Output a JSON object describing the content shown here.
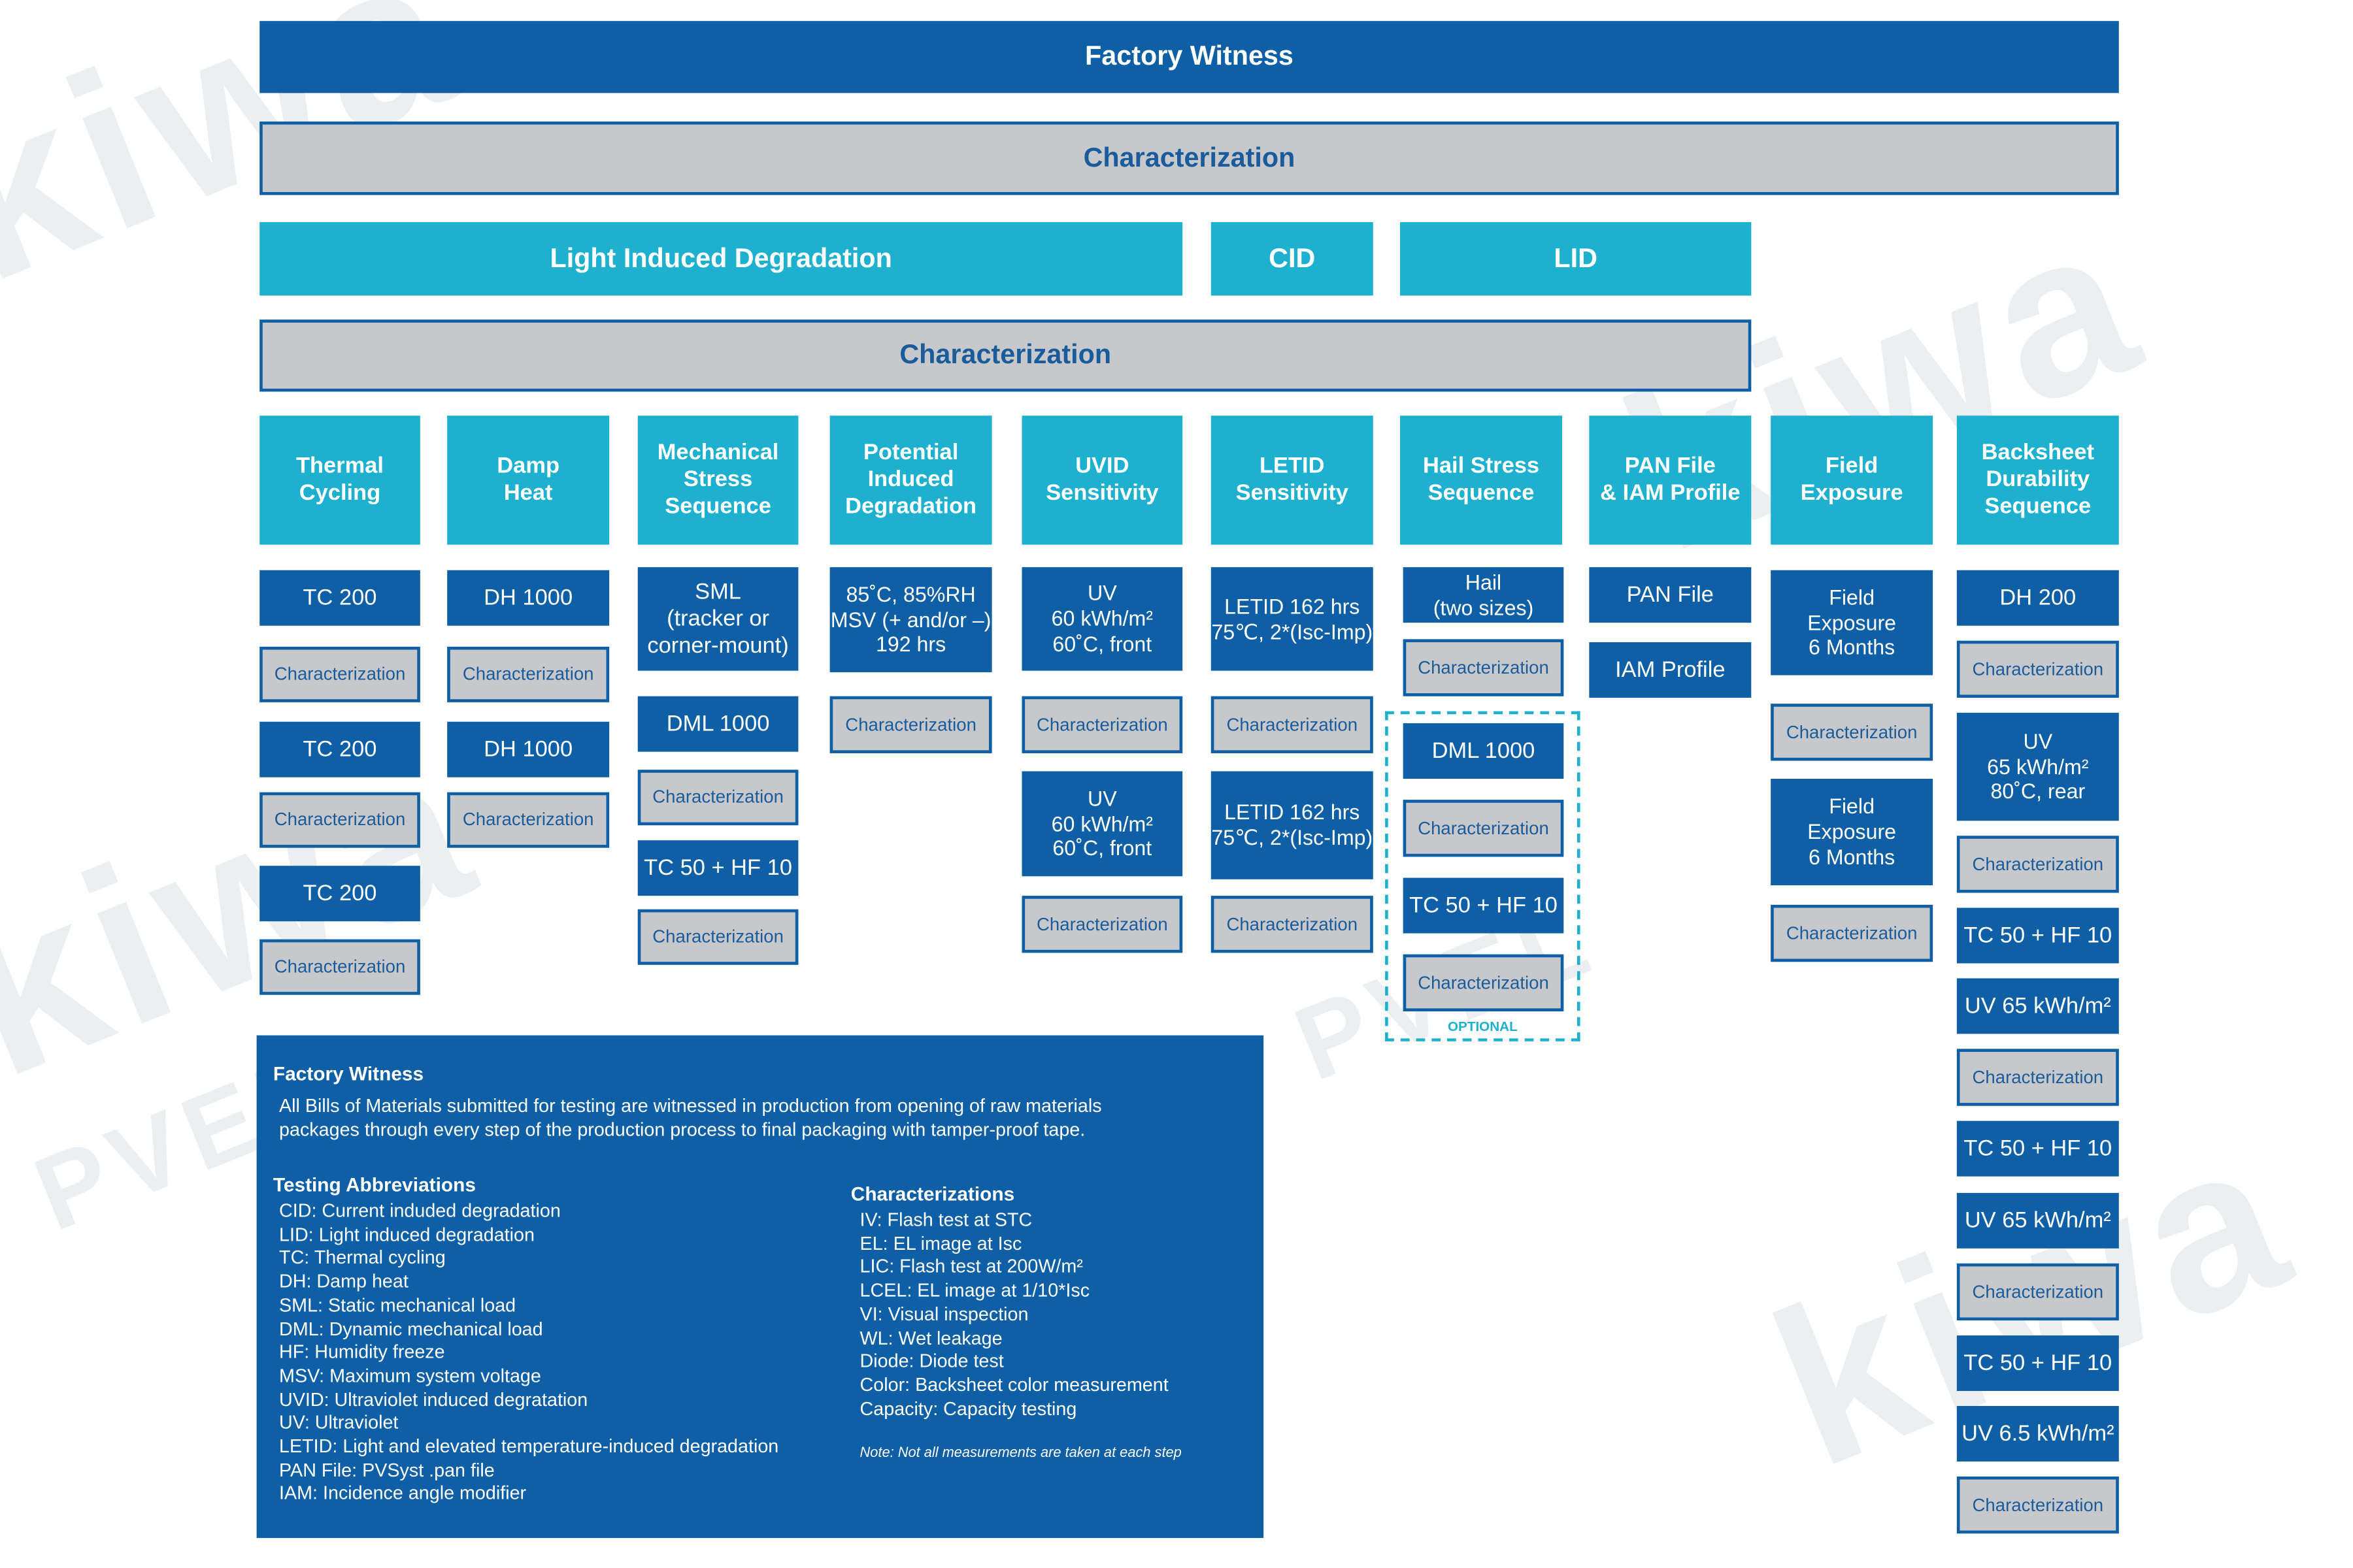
{
  "header": {
    "factory_witness": "Factory Witness",
    "characterization_top": "Characterization",
    "light_induced_degradation": "Light Induced Degradation",
    "cid": "CID",
    "lid": "LID",
    "characterization_second": "Characterization"
  },
  "columns": [
    {
      "title": "Thermal\nCycling",
      "steps": [
        "TC 200",
        "Characterization",
        "TC 200",
        "Characterization",
        "TC 200",
        "Characterization"
      ]
    },
    {
      "title": "Damp\nHeat",
      "steps": [
        "DH 1000",
        "Characterization",
        "DH 1000",
        "Characterization"
      ]
    },
    {
      "title": "Mechanical\nStress\nSequence",
      "steps": [
        "SML\n(tracker or\ncorner-mount)",
        "DML 1000",
        "Characterization",
        "TC 50 + HF 10",
        "Characterization"
      ]
    },
    {
      "title": "Potential\nInduced\nDegradation",
      "steps": [
        "85˚C, 85%RH\nMSV (+ and/or –)\n192 hrs",
        "Characterization"
      ]
    },
    {
      "title": "UVID\nSensitivity",
      "steps": [
        "UV\n60 kWh/m²\n60˚C, front",
        "Characterization",
        "UV\n60 kWh/m²\n60˚C, front",
        "Characterization"
      ]
    },
    {
      "title": "LETID\nSensitivity",
      "steps": [
        "LETID 162 hrs\n75℃, 2*(Isc-Imp)",
        "Characterization",
        "LETID 162 hrs\n75℃, 2*(Isc-Imp)",
        "Characterization"
      ]
    },
    {
      "title": "Hail Stress\nSequence",
      "steps": [
        "Hail\n(two sizes)",
        "Characterization",
        "DML 1000",
        "Characterization",
        "TC 50 + HF 10",
        "Characterization"
      ]
    },
    {
      "title": "PAN File\n& IAM Profile",
      "steps": [
        "PAN File",
        "IAM Profile"
      ]
    },
    {
      "title": "Field\nExposure",
      "steps": [
        "Field\nExposure\n6 Months",
        "Characterization",
        "Field\nExposure\n6 Months",
        "Characterization"
      ]
    },
    {
      "title": "Backsheet\nDurability\nSequence",
      "steps": [
        "DH 200",
        "Characterization",
        "UV\n65 kWh/m²\n80˚C, rear",
        "Characterization",
        "TC 50 + HF 10",
        "UV 65 kWh/m²",
        "Characterization",
        "TC 50 + HF 10",
        "UV 65 kWh/m²",
        "Characterization",
        "TC 50 + HF 10",
        "UV 6.5 kWh/m²",
        "Characterization"
      ]
    }
  ],
  "optional_label": "OPTIONAL",
  "legend": {
    "factory_witness_title": "Factory Witness",
    "factory_witness_text": "All Bills of Materials submitted for testing are witnessed in production from opening of raw materials\npackages through every step of the production process to final packaging with tamper-proof tape.",
    "abbreviations_title": "Testing Abbreviations",
    "abbreviations": [
      "CID: Current induded degradation",
      "LID: Light induced degradation",
      "TC: Thermal cycling",
      "DH: Damp heat",
      "SML: Static mechanical load",
      "DML: Dynamic mechanical load",
      "HF: Humidity freeze",
      "MSV: Maximum system voltage",
      "UVID: Ultraviolet induced degratation",
      "UV: Ultraviolet",
      "LETID: Light and elevated temperature-induced degradation",
      "PAN File: PVSyst .pan file",
      "IAM: Incidence angle modifier"
    ],
    "characterizations_title": "Characterizations",
    "characterizations": [
      "IV: Flash test at STC",
      "EL: EL image at Isc",
      "LIC: Flash test at 200W/m²",
      "LCEL: EL image at 1/10*Isc",
      "VI: Visual inspection",
      "WL: Wet leakage",
      "Diode: Diode test",
      "Color: Backsheet color measurement",
      "Capacity: Capacity testing"
    ],
    "note": "Note: Not all measurements are taken at each step"
  },
  "watermark": {
    "brand": "kiwa",
    "sub": "PVEL"
  },
  "colors": {
    "navy": "#0e5fa6",
    "teal": "#1db1cf",
    "gray": "#c7c8cb",
    "gray_text": "#1a5c9b"
  }
}
